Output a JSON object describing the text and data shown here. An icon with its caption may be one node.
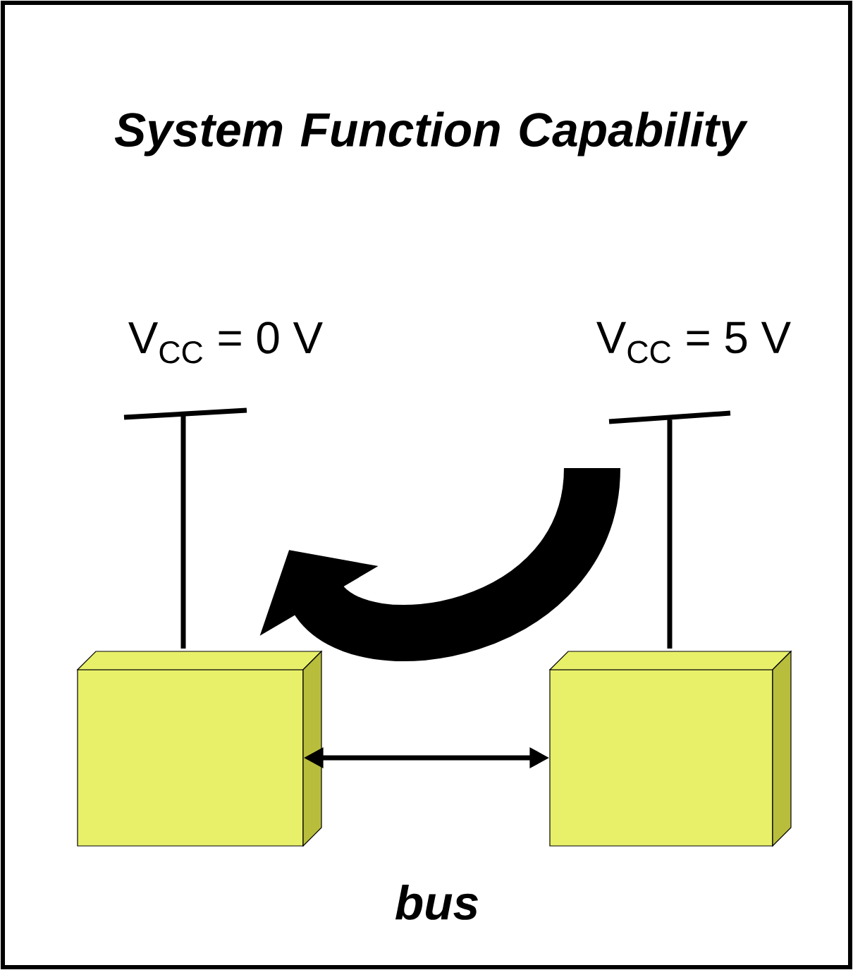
{
  "diagram": {
    "title": "System Function Capability",
    "nodes": [
      {
        "text": [],
        "shape": "box"
      },
      {
        "text": [],
        "shape": "box"
      }
    ],
    "edges": [
      {
        "from": 0,
        "to": 1,
        "arrow": "both"
      }
    ],
    "labels": [
      "V$_{CC}$ = 0 V",
      "V$_{CC}$ = 5 V",
      "bus"
    ]
  }
}
